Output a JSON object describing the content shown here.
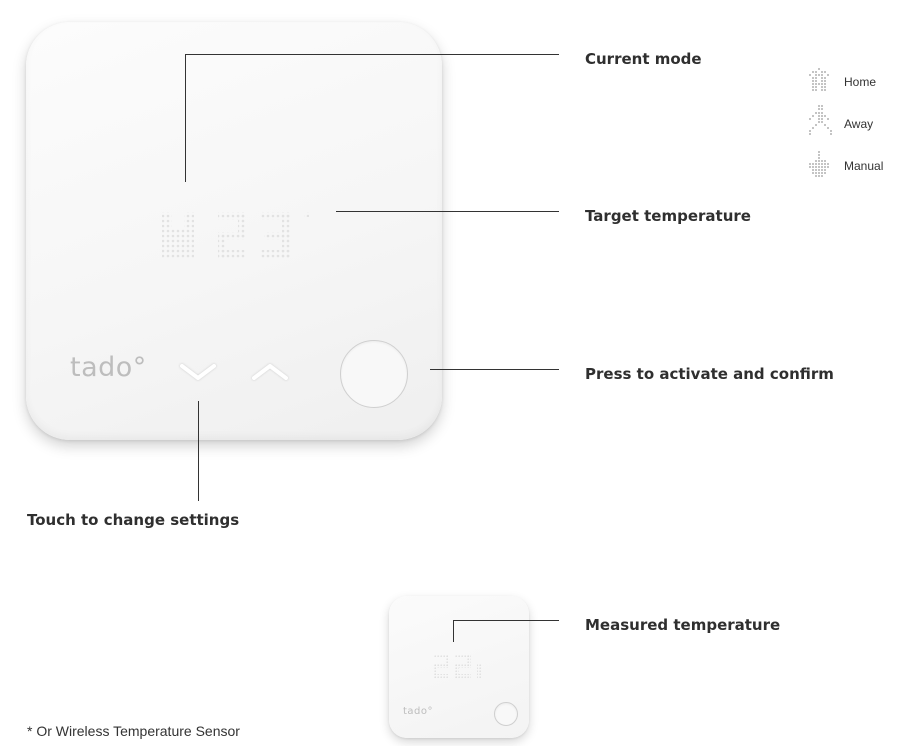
{
  "device": {
    "brand": "tado°",
    "display_digits": "#23"
  },
  "sensor": {
    "brand": "tado°",
    "display_digits": "22"
  },
  "callouts": {
    "current_mode": "Current mode",
    "target_temperature": "Target temperature",
    "press_confirm": "Press to activate and confirm",
    "touch_settings": "Touch to change settings",
    "measured_temperature": "Measured temperature"
  },
  "modes": [
    {
      "label": "Home",
      "icon": "home-icon"
    },
    {
      "label": "Away",
      "icon": "away-icon"
    },
    {
      "label": "Manual",
      "icon": "manual-icon"
    }
  ],
  "footnote": "* Or Wireless Temperature Sensor"
}
